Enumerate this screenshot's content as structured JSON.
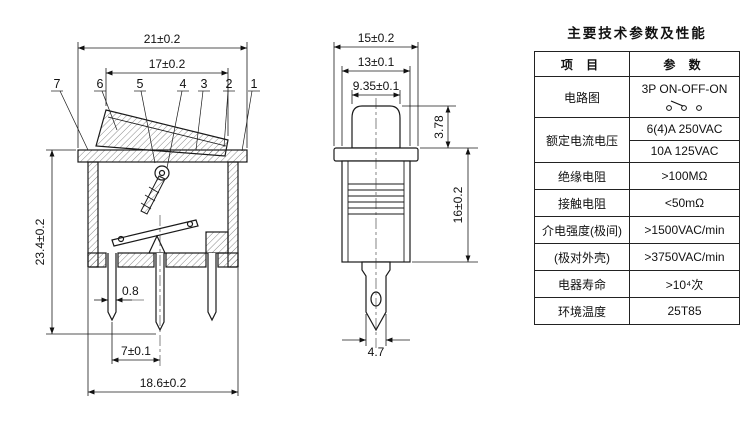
{
  "front_view": {
    "dim_top_width": "21±0.2",
    "dim_rocker_width": "17±0.2",
    "dim_height": "23.4±0.2",
    "dim_pin_thickness": "0.8",
    "dim_pin_pitch": "7±0.1",
    "dim_body_width": "18.6±0.2",
    "part_labels": [
      "7",
      "6",
      "5",
      "4",
      "3",
      "2",
      "1"
    ]
  },
  "side_view": {
    "dim_flange_width": "15±0.2",
    "dim_body_width": "13±0.1",
    "dim_button_width": "9.35±0.1",
    "dim_button_height": "3.78",
    "dim_body_height": "16±0.2",
    "dim_terminal_width": "4.7"
  },
  "spec_table": {
    "title": "主要技术参数及性能",
    "col_item": "项 目",
    "col_value": "参 数",
    "rows": [
      {
        "item": "电路图",
        "value": "3P ON-OFF-ON"
      },
      {
        "item": "额定电流电压",
        "value": "6(4)A 250VAC",
        "value2": "10A 125VAC"
      },
      {
        "item": "绝缘电阻",
        "value": ">100MΩ"
      },
      {
        "item": "接触电阻",
        "value": "<50mΩ"
      },
      {
        "item": "介电强度(极间)",
        "value": ">1500VAC/min"
      },
      {
        "item": "(极对外壳)",
        "value": ">3750VAC/min"
      },
      {
        "item": "电器寿命",
        "value": ">10⁴次"
      },
      {
        "item": "环境温度",
        "value": "25T85"
      }
    ]
  }
}
